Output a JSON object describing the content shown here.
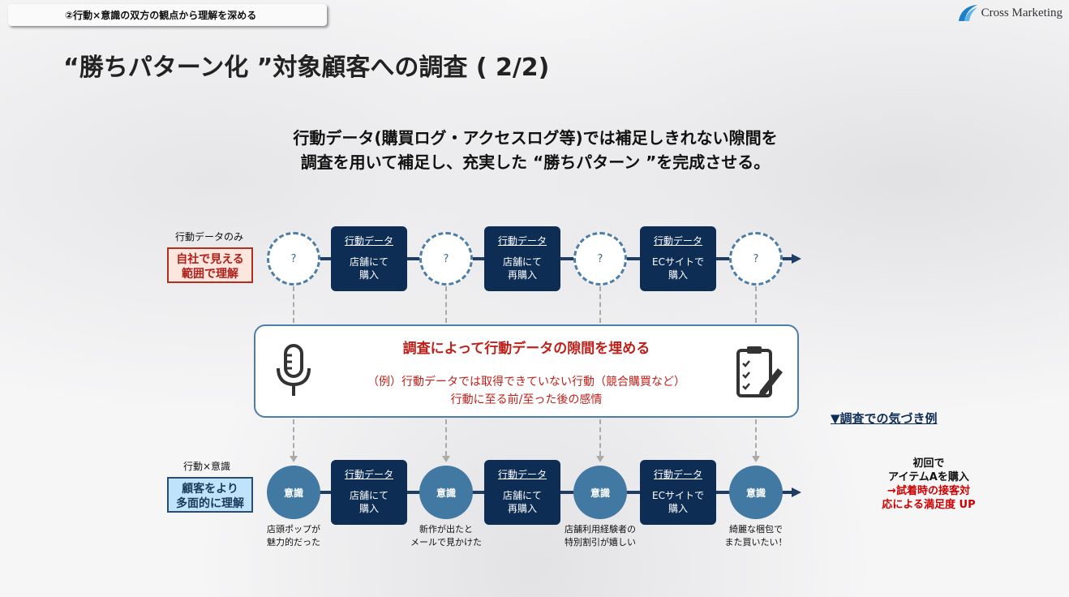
{
  "header": {
    "section_tag": "②行動×意識の双方の観点から理解を深める",
    "logo": "Cross Marketing"
  },
  "title": "“勝ちパターン化 ”対象顧客への調査 ( 2/2)",
  "lead": [
    "行動データ(購買ログ・アクセスログ等)では補足しきれない隙間を",
    "調査を用いて補足し、充実した “勝ちパターン ”を完成させる。"
  ],
  "top_row": {
    "label": "行動データのみ",
    "tag": [
      "自社で見える",
      "範囲で理解"
    ],
    "unknown": "?",
    "boxes": [
      {
        "head": "行動データ",
        "body": "店舗にて\n購入"
      },
      {
        "head": "行動データ",
        "body": "店舗にて\n再購入"
      },
      {
        "head": "行動データ",
        "body": "ECサイトで\n購入"
      }
    ]
  },
  "middle": {
    "title": "調査によって行動データの隙間を埋める",
    "desc": [
      "（例）行動データでは取得できていない行動（競合購買など）",
      "行動に至る前/至った後の感情"
    ]
  },
  "bottom_row": {
    "label": "行動×意識",
    "tag": [
      "顧客をより",
      "多面的に理解"
    ],
    "node": "意識",
    "boxes": [
      {
        "head": "行動データ",
        "body": "店舗にて\n購入"
      },
      {
        "head": "行動データ",
        "body": "店舗にて\n再購入"
      },
      {
        "head": "行動データ",
        "body": "ECサイトで\n購入"
      }
    ],
    "captions": [
      [
        "店頭ポップが",
        "魅力的だった"
      ],
      [
        "新作が出たと",
        "メールで見かけた"
      ],
      [
        "店舗利用経験者の",
        "特別割引が嬉しい"
      ],
      [
        "綺麗な梱包で",
        "また買いたい！"
      ]
    ]
  },
  "example": {
    "heading": "▼調査での気づき例",
    "lines": [
      "初回で",
      "アイテムAを購入"
    ],
    "red": [
      "→試着時の接客対",
      "応による満足度 UP"
    ]
  }
}
